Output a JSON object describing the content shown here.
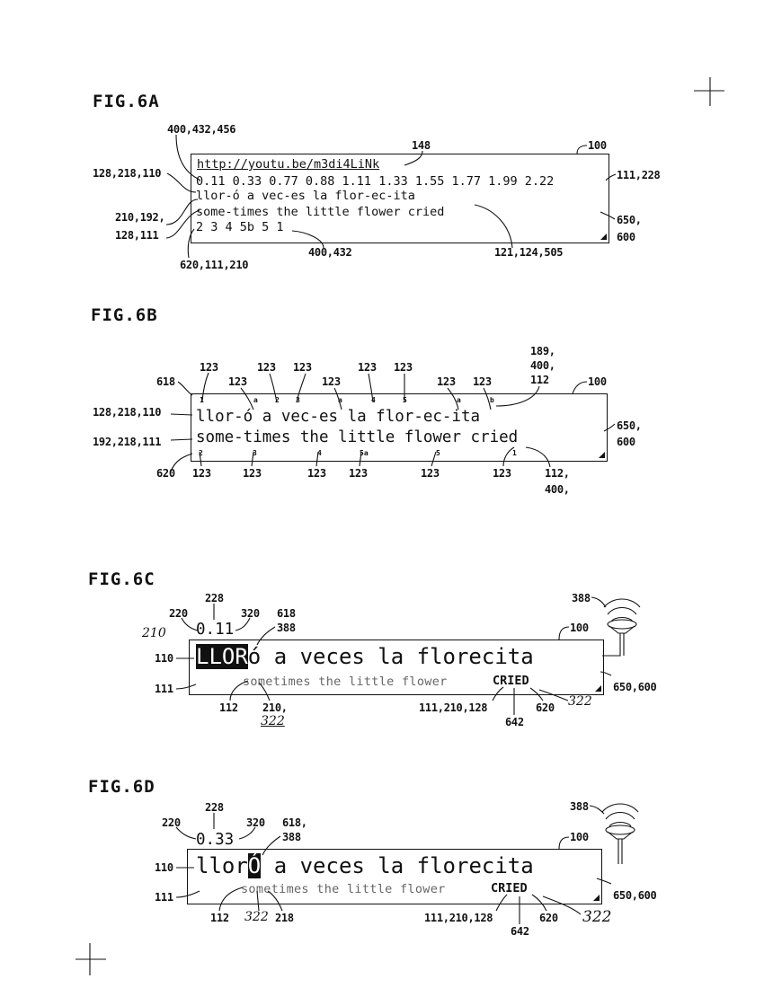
{
  "fig6a": {
    "title": "FIG.6A",
    "url": "http://youtu.be/m3di4LiNk",
    "times": "0.11 0.33 0.77 0.88 1.11 1.33 1.55 1.77 1.99 2.22",
    "line_es": "llor-ó a vec-es la flor-ec-ita",
    "line_en": "some-times the little flower cried",
    "numbers": "2 3 4 5b 5 1",
    "refs": {
      "r400_432_456": "400,432,456",
      "r148": "148",
      "r100": "100",
      "r128_218_110": "128,218,110",
      "r111_228": "111,228",
      "r210_192": "210,192,",
      "r128_111": "128,111",
      "r650": "650,",
      "r600": "600",
      "r400_432": "400,432",
      "r121_124_505": "121,124,505",
      "r620_111_210": "620,111,210"
    }
  },
  "fig6b": {
    "title": "FIG.6B",
    "line_es": "llor-ó a vec-es la flor-ec-ita",
    "line_en": "some-times the little flower cried",
    "tiny_top": [
      "1",
      "a",
      "2",
      "3",
      "a",
      "4",
      "5",
      "a",
      "b"
    ],
    "tiny_bottom": [
      "2",
      "3",
      "4",
      "5a",
      "5",
      "1"
    ],
    "refs": {
      "r618": "618",
      "r123": "123",
      "r189": "189,",
      "r400c": "400,",
      "r112": "112",
      "r100": "100",
      "r128_218_110": "128,218,110",
      "r192_218_111": "192,218,111",
      "r650": "650,",
      "r600": "600",
      "r620": "620",
      "r112b": "112,",
      "r400b": "400,"
    }
  },
  "fig6c": {
    "title": "FIG.6C",
    "time": "0.11",
    "highlight": "LLOR",
    "line_es_rest": "ó a veces la florecita",
    "line_en": "sometimes the little flower",
    "cried": "CRIED",
    "refs": {
      "r228": "228",
      "r220": "220",
      "r320": "320",
      "r618": "618",
      "r388a": "388",
      "r388b": "388",
      "r210h": "210",
      "r100": "100",
      "r110": "110",
      "r111": "111",
      "r650_600": "650,600",
      "r112": "112",
      "r210": "210,",
      "r322a": "322",
      "r111_210_128": "111,210,128",
      "r642": "642",
      "r620": "620",
      "r322b": "322"
    }
  },
  "fig6d": {
    "title": "FIG.6D",
    "time": "0.33",
    "line_es_pre": "llor",
    "highlight": "Ó",
    "line_es_rest": " a veces la florecita",
    "line_en": "sometimes the little flower",
    "cried": "CRIED",
    "refs": {
      "r228": "228",
      "r220": "220",
      "r320": "320",
      "r618": "618,",
      "r388a": "388",
      "r388b": "388",
      "r100": "100",
      "r110": "110",
      "r111": "111",
      "r650_600": "650,600",
      "r112": "112",
      "r322a": "322",
      "r218": "218",
      "r111_210_128": "111,210,128",
      "r642": "642",
      "r620": "620",
      "r322b": "322"
    }
  }
}
